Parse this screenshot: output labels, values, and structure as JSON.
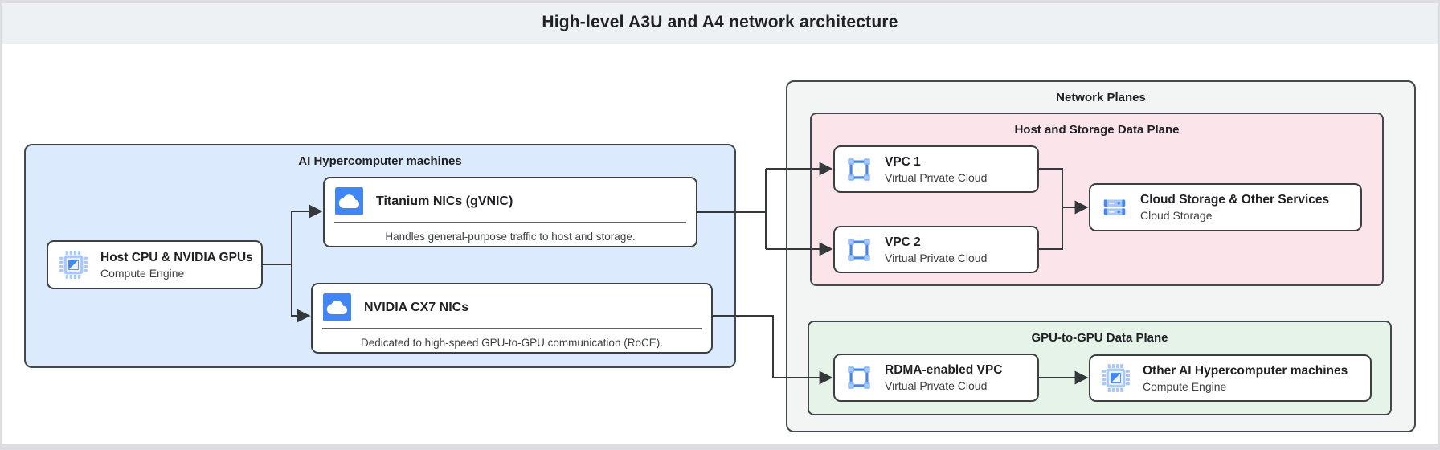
{
  "header": {
    "title": "High-level A3U and A4 network architecture"
  },
  "containers": {
    "ai_machines": {
      "label": "AI Hypercomputer machines"
    },
    "network_planes": {
      "label": "Network Planes"
    },
    "host_storage_plane": {
      "label": "Host and Storage Data Plane"
    },
    "gpu_plane": {
      "label": "GPU-to-GPU Data Plane"
    }
  },
  "nodes": {
    "host_cpu": {
      "title": "Host CPU & NVIDIA GPUs",
      "subtitle": "Compute Engine",
      "icon": "compute-engine-icon"
    },
    "titanium_nics": {
      "title": "Titanium NICs (gVNIC)",
      "description": "Handles general-purpose traffic to host and storage.",
      "icon": "cloud-icon"
    },
    "nvidia_cx7_nics": {
      "title": "NVIDIA CX7 NICs",
      "description": "Dedicated to high-speed GPU-to-GPU communication (RoCE).",
      "icon": "cloud-icon"
    },
    "vpc1": {
      "title": "VPC 1",
      "subtitle": "Virtual Private Cloud",
      "icon": "vpc-icon"
    },
    "vpc2": {
      "title": "VPC 2",
      "subtitle": "Virtual Private Cloud",
      "icon": "vpc-icon"
    },
    "cloud_storage": {
      "title": "Cloud Storage & Other Services",
      "subtitle": "Cloud Storage",
      "icon": "cloud-storage-icon"
    },
    "rdma_vpc": {
      "title": "RDMA-enabled VPC",
      "subtitle": "Virtual Private Cloud",
      "icon": "vpc-icon"
    },
    "other_machines": {
      "title": "Other AI Hypercomputer machines",
      "subtitle": "Compute Engine",
      "icon": "compute-engine-icon"
    }
  },
  "colors": {
    "header-bg": "#edf1f3",
    "page-border": "#dcdee1",
    "blue-bg": "#dbeafc",
    "gray-bg": "#f3f4f4",
    "pink-bg": "#fbe4ea",
    "green-bg": "#e6f3e9",
    "container-border": "#44474b",
    "card-border": "#3c4043",
    "text-primary": "#202124",
    "text-secondary": "#3c4043",
    "arrow": "#35383b",
    "icon-blue": "#4285f4",
    "icon-mid-blue": "#8ab4f8",
    "icon-light-blue": "#a8c7fa",
    "divider": "#5f6368"
  }
}
